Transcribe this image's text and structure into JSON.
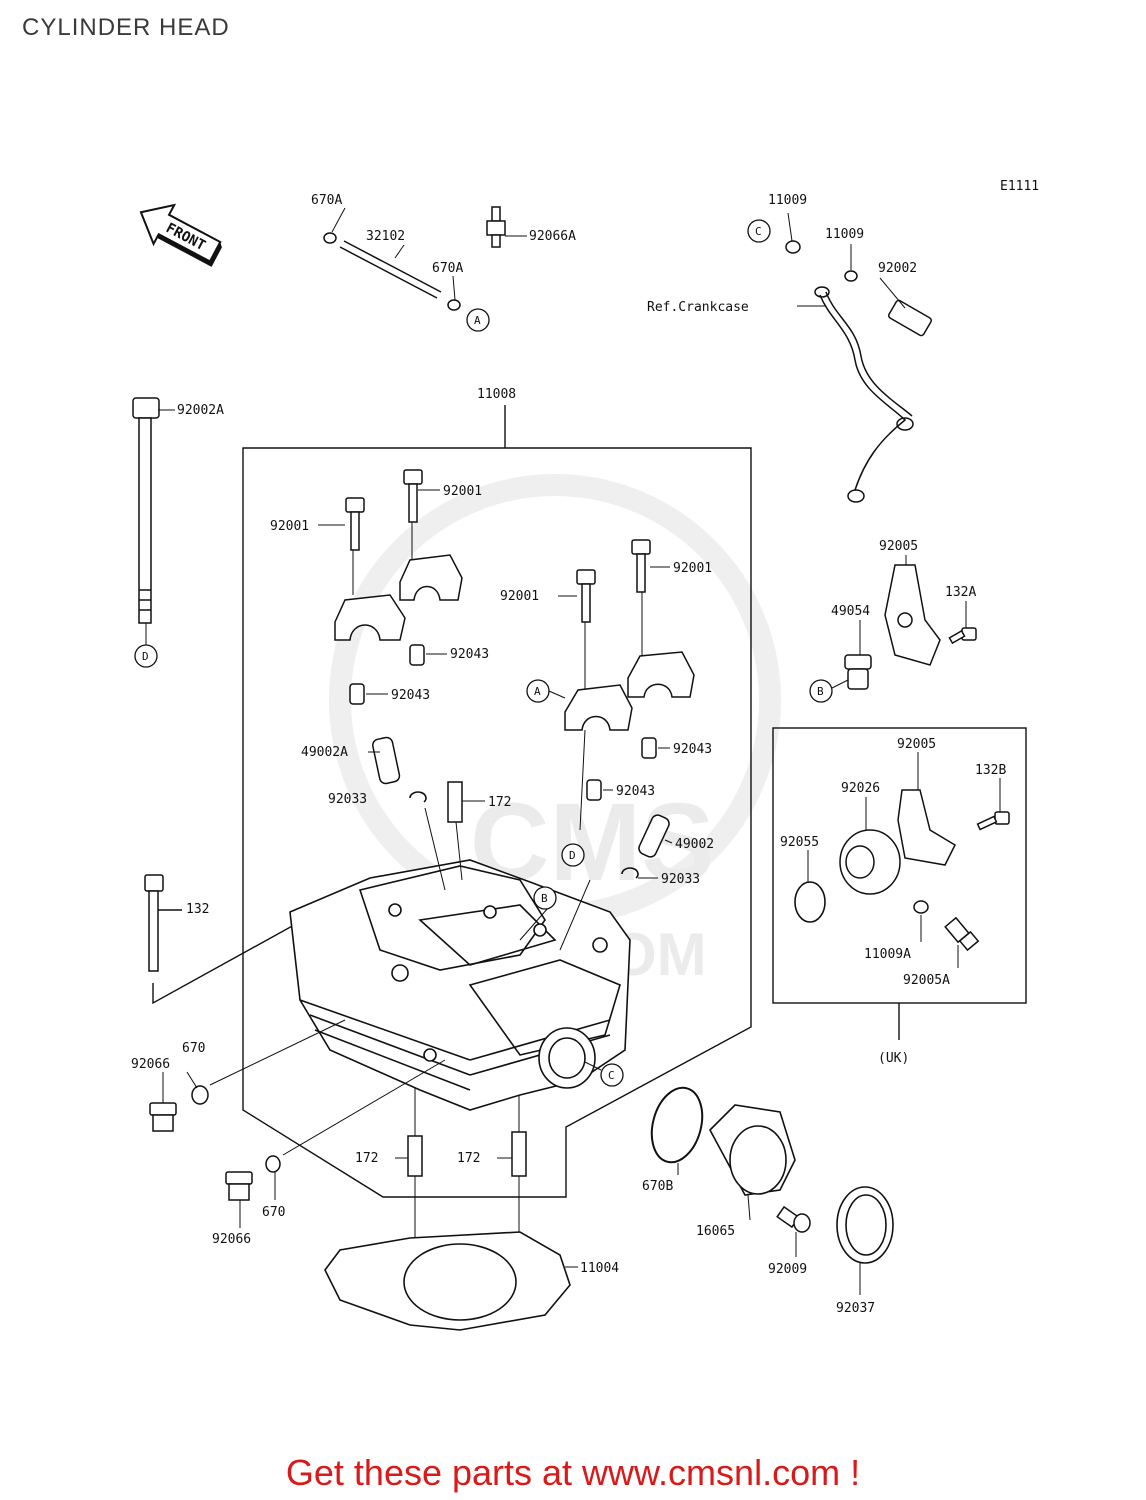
{
  "title": "CYLINDER HEAD",
  "figure_code": "E1111",
  "front_label": "FRONT",
  "watermark": {
    "main": "CMS",
    "sub": "SNL.COM"
  },
  "labels": {
    "p670A_top": "670A",
    "p32102": "32102",
    "p670A_b": "670A",
    "p92066A": "92066A",
    "p11009_a": "11009",
    "p11009_b": "11009",
    "p92002": "92002",
    "ref_crankcase": "Ref.Crankcase",
    "p92002A": "92002A",
    "p11008": "11008",
    "p92001_a": "92001",
    "p92001_b": "92001",
    "p92001_c": "92001",
    "p92001_d": "92001",
    "p92043_a": "92043",
    "p92043_b": "92043",
    "p92043_c": "92043",
    "p92043_d": "92043",
    "p49002A": "49002A",
    "p92033_a": "92033",
    "p172_a": "172",
    "p49002": "49002",
    "p92033_b": "92033",
    "p132": "132",
    "p92005_a": "92005",
    "p132A": "132A",
    "p49054": "49054",
    "p92005_b": "92005",
    "p92026": "92026",
    "p132B": "132B",
    "p92055": "92055",
    "p11009A": "11009A",
    "p92005A": "92005A",
    "uk": "(UK)",
    "p670_a": "670",
    "p92066_a": "92066",
    "p670_b": "670",
    "p92066_b": "92066",
    "p172_b": "172",
    "p172_c": "172",
    "p11004": "11004",
    "p670B": "670B",
    "p16065": "16065",
    "p92009": "92009",
    "p92037": "92037"
  },
  "refs": {
    "A": "A",
    "B": "B",
    "C": "C",
    "D": "D"
  },
  "footer": "Get these parts at www.cmsnl.com !"
}
